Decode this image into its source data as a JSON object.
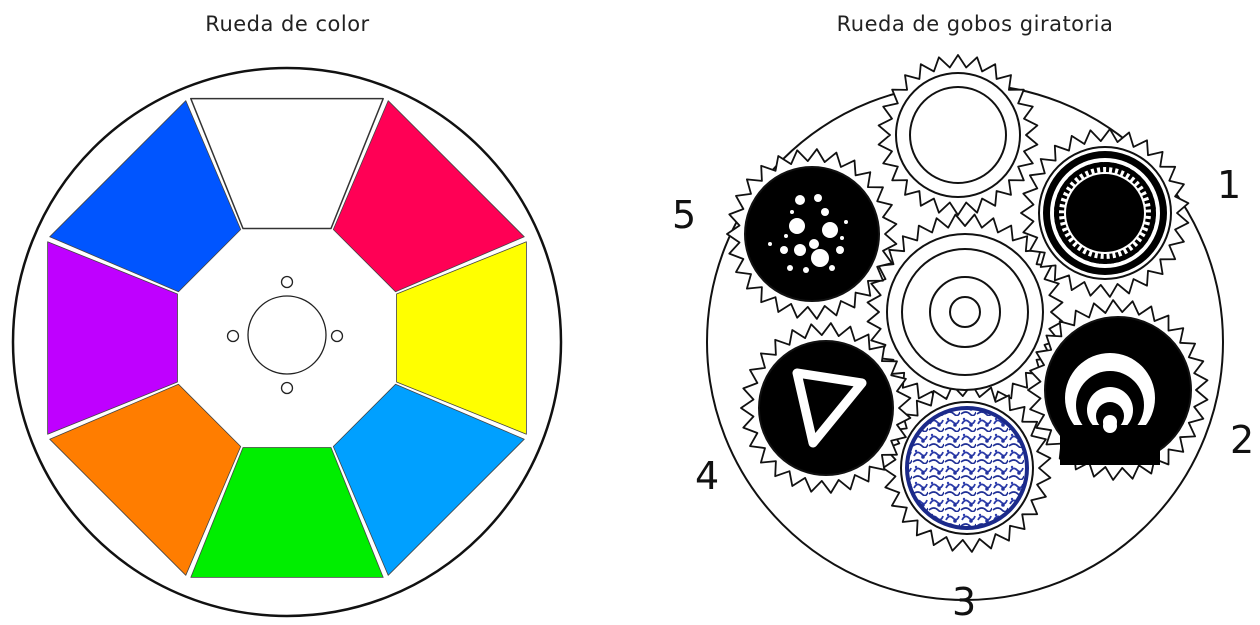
{
  "color_wheel": {
    "title": "Rueda de color",
    "slots": [
      {
        "color": "#ffffff"
      },
      {
        "color": "#ff0055"
      },
      {
        "color": "#ffff00"
      },
      {
        "color": "#00a0ff"
      },
      {
        "color": "#00ee00"
      },
      {
        "color": "#ff7d00"
      },
      {
        "color": "#bf00ff"
      },
      {
        "color": "#0055ff"
      }
    ]
  },
  "gobo_wheel": {
    "title": "Rueda de gobos giratoria",
    "labels": [
      "1",
      "2",
      "3",
      "4",
      "5"
    ]
  }
}
